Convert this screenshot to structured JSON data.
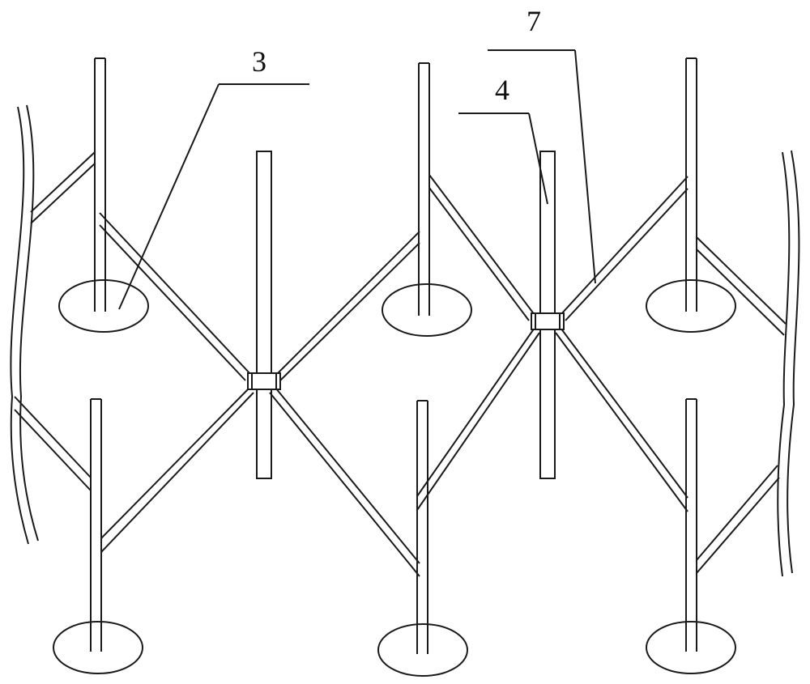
{
  "labels": {
    "label_3": "3",
    "label_4": "4",
    "label_7": "7"
  },
  "colors": {
    "line": "#1a1a1a",
    "background": "#ffffff"
  }
}
